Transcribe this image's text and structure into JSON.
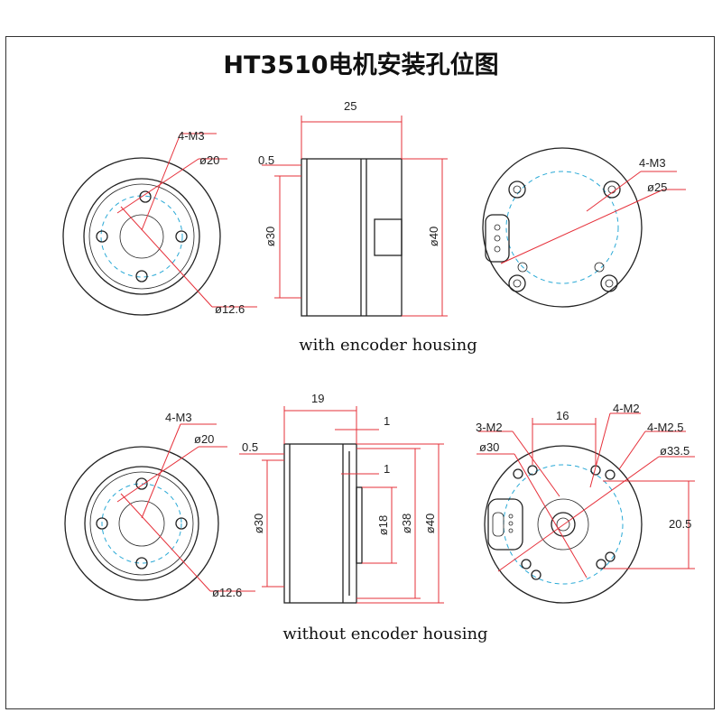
{
  "title": "HT3510电机安装孔位图",
  "captions": {
    "with": "with encoder housing",
    "without": "without encoder housing"
  },
  "colors": {
    "dimension": "#e6303a",
    "centerline": "#29a9d6",
    "outline": "#222222"
  },
  "top": {
    "front": {
      "holes": "4-M3",
      "dia_bolt": "ø20",
      "dia_center": "ø12.6"
    },
    "side": {
      "length": "25",
      "step": "0.5",
      "dia_shaft": "ø30",
      "dia_body": "ø40"
    },
    "back": {
      "holes": "4-M3",
      "dia_bolt": "ø25"
    }
  },
  "bottom": {
    "front": {
      "holes": "4-M3",
      "dia_bolt": "ø20",
      "dia_center": "ø12.6"
    },
    "side": {
      "length": "19",
      "step": "0.5",
      "gap1": "1",
      "gap2": "1",
      "dia_shaft": "ø30",
      "dia_inner": "ø18",
      "dia_mid": "ø38",
      "dia_body": "ø40"
    },
    "back": {
      "holes_a": "3-M2",
      "dia_a": "ø30",
      "spacing": "16",
      "holes_b": "4-M2",
      "holes_c": "4-M2.5",
      "dia_c": "ø33.5",
      "offset": "20.5"
    }
  }
}
